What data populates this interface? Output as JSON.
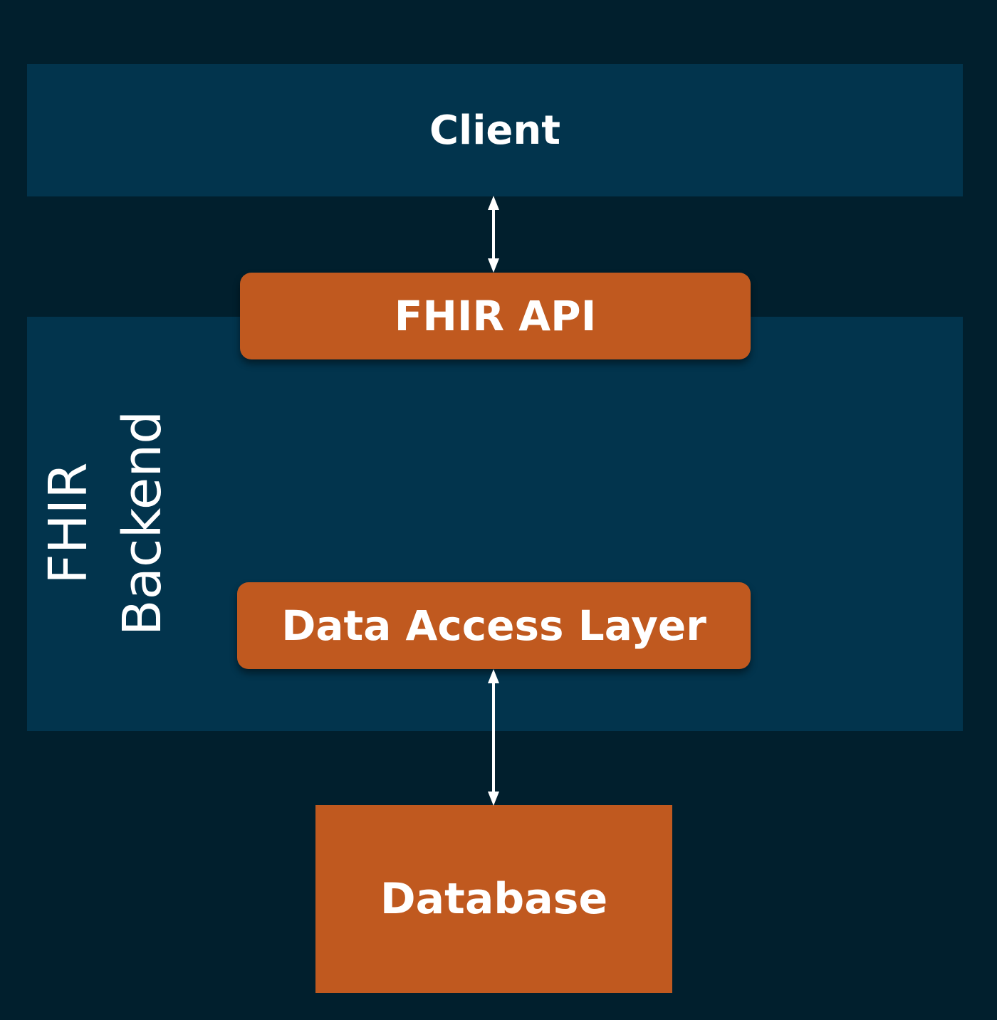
{
  "diagram": {
    "client": {
      "label": "Client"
    },
    "backend": {
      "label_line1": "FHIR",
      "label_line2": "Backend"
    },
    "fhir_api": {
      "label": "FHIR API"
    },
    "data_access_layer": {
      "label": "Data Access Layer"
    },
    "database": {
      "label": "Database"
    },
    "connections": [
      {
        "from": "Client",
        "to": "FHIR API",
        "direction": "bidirectional"
      },
      {
        "from": "Data Access Layer",
        "to": "Database",
        "direction": "bidirectional"
      }
    ]
  },
  "colors": {
    "background": "#011f2d",
    "panel": "#02344d",
    "component": "#c0591f",
    "text": "#ffffff"
  }
}
